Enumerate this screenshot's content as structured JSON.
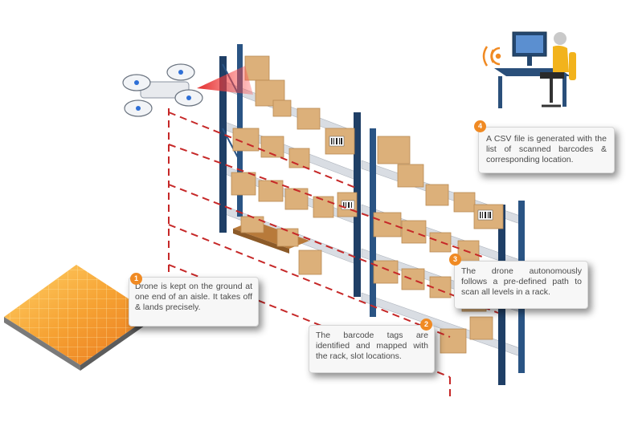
{
  "steps": [
    {
      "number": "1",
      "text": "Drone is kept on the ground at one end of an aisle. It takes off & lands precisely."
    },
    {
      "number": "2",
      "text": "The barcode tags are identified and mapped with the rack, slot locations."
    },
    {
      "number": "3",
      "text": "The drone autonomously follows a pre-defined path to scan all levels in a rack."
    },
    {
      "number": "4",
      "text": "A CSV file is generated with the list of scanned barcodes & corresponding location."
    }
  ],
  "colors": {
    "accent": "#f08a23",
    "rack": "#1f3f66",
    "shelf": "#d9dde3",
    "box": "#dcb07a",
    "path": "#c62828",
    "laser": "#e02020"
  },
  "icons": [
    "drone-icon",
    "wifi-icon",
    "computer-operator-icon",
    "landing-pad-icon",
    "barcode-icon"
  ]
}
